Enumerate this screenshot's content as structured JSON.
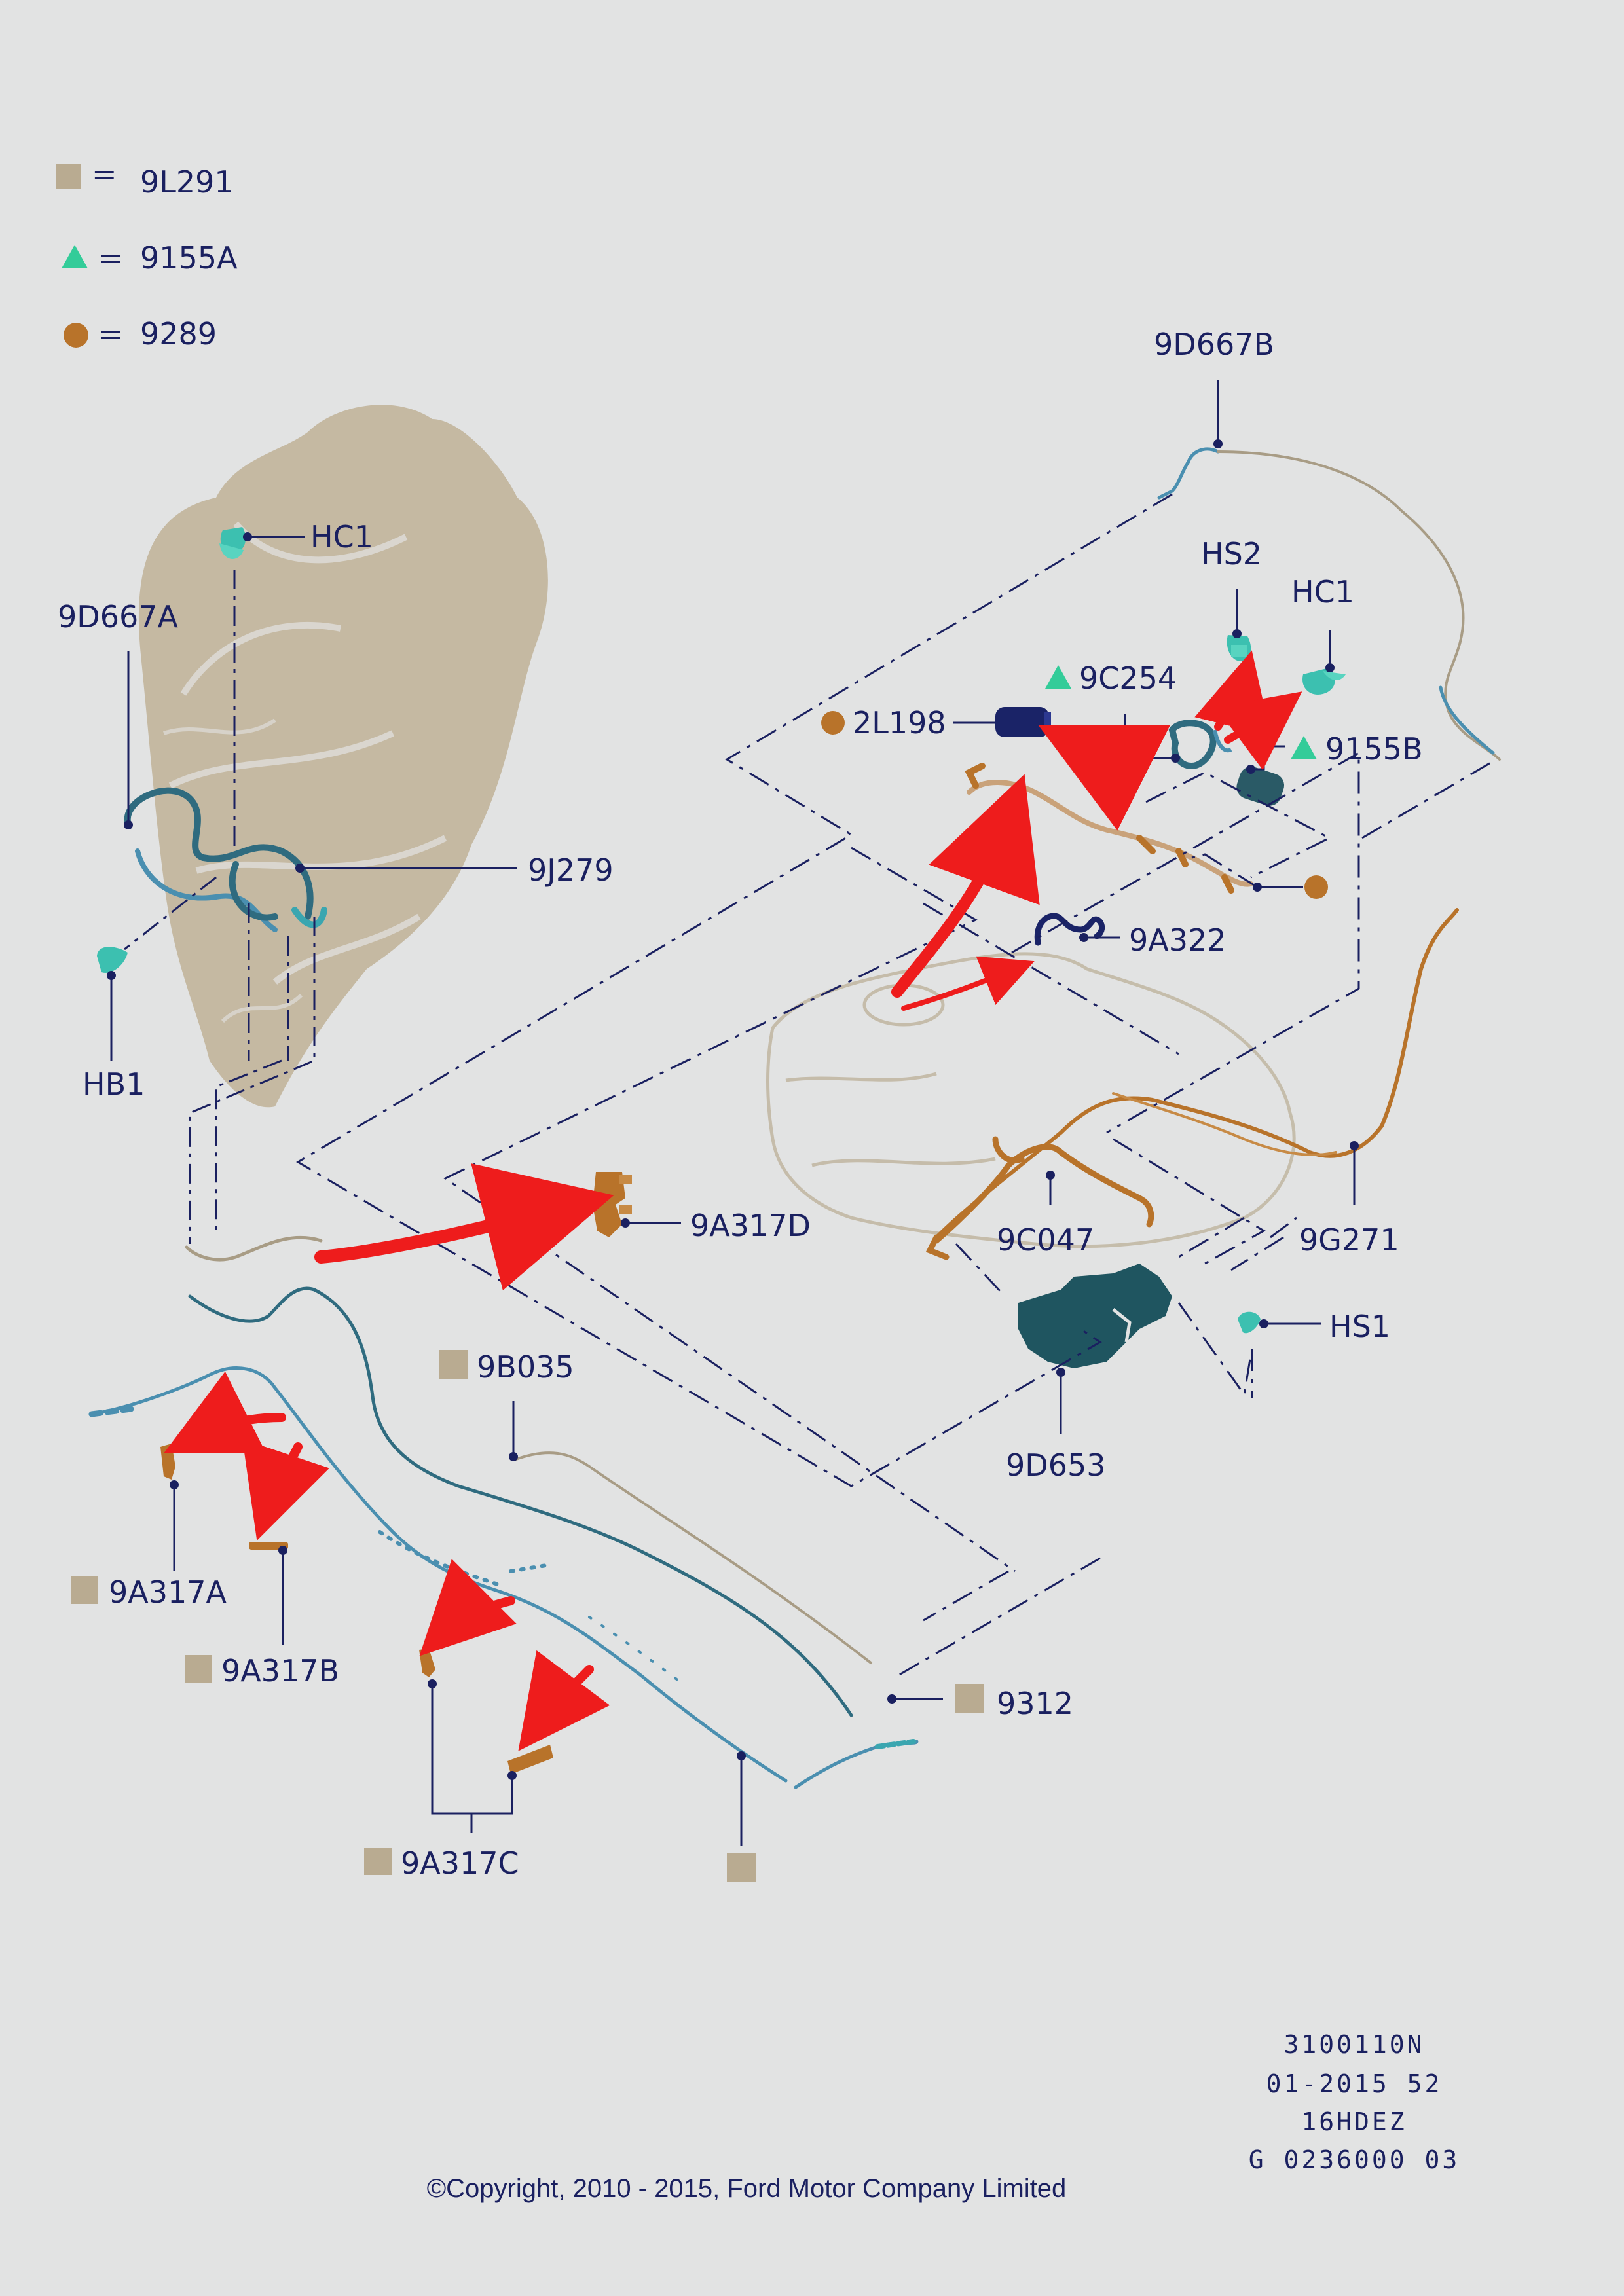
{
  "colors": {
    "background": "#e2e3e3",
    "label": "#1a2060",
    "engine": "#b9ab91",
    "fuel_line": "#4a8fb0",
    "orange_part": "#b8732a",
    "dark_part": "#1f5560",
    "arrow": "#ee1c1c",
    "square_marker": "#b9ab91",
    "triangle_marker": "#33cc99",
    "circle_marker": "#b8732a"
  },
  "legend": [
    {
      "symbol": "square",
      "equals": "=",
      "code": "9L291"
    },
    {
      "symbol": "triangle",
      "equals": "=",
      "code": "9155A"
    },
    {
      "symbol": "circle",
      "equals": "=",
      "code": "9289"
    }
  ],
  "callouts": {
    "hc1_left": "HC1",
    "d667a": "9D667A",
    "j279": "9J279",
    "hb1": "HB1",
    "d667b": "9D667B",
    "hs2": "HS2",
    "hc1_right": "HC1",
    "c254": "9C254",
    "l198": "2L198",
    "b155": "9155B",
    "a322": "9A322",
    "a317d": "9A317D",
    "c047": "9C047",
    "g271": "9G271",
    "hs1": "HS1",
    "d653": "9D653",
    "b035": "9B035",
    "a317a": "9A317A",
    "a317b": "9A317B",
    "a317c": "9A317C",
    "p9312": "9312"
  },
  "meta_block": {
    "line1": "3100110N",
    "line2": "01-2015 52",
    "line3": "16HDEZ",
    "line4": "G 0236000 03"
  },
  "copyright": "©Copyright, 2010 - 2015, Ford Motor Company Limited"
}
